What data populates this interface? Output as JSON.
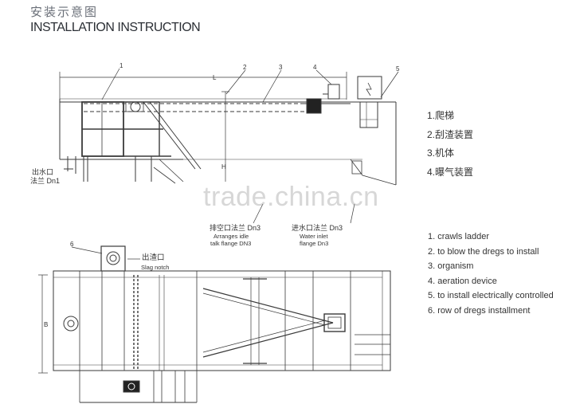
{
  "header": {
    "title_cn": "安装示意图",
    "title_en": "INSTALLATION INSTRUCTION"
  },
  "callouts": [
    "1",
    "2",
    "3",
    "4",
    "5",
    "6"
  ],
  "dimensions": {
    "length": "L",
    "height": "H",
    "width": "B"
  },
  "labels": {
    "outlet_cn": "出水口",
    "outlet_cn2": "法兰 Dn1",
    "vent_cn": "排空口法兰 Dn3",
    "vent_en1": "Arranges idle",
    "vent_en2": "talk flange DN3",
    "inlet_cn": "进水口法兰 Dn3",
    "inlet_en1": "Water inlet",
    "inlet_en2": "flange Dn3",
    "slag_cn": "出渣口",
    "slag_en": "Slag notch"
  },
  "legend_cn": [
    "1.爬梯",
    "2.刮渣装置",
    "3.机体",
    "4.曝气装置"
  ],
  "legend_en": [
    "1. crawls ladder",
    "2. to blow the dregs to install",
    "3. organism",
    "4. aeration device",
    "5. to install electrically controlled",
    "6. row of dregs installment"
  ],
  "watermark": "trade.china.cn",
  "colors": {
    "line": "#3a3a3a",
    "title": "#2b2f35",
    "watermark": "#969696"
  }
}
